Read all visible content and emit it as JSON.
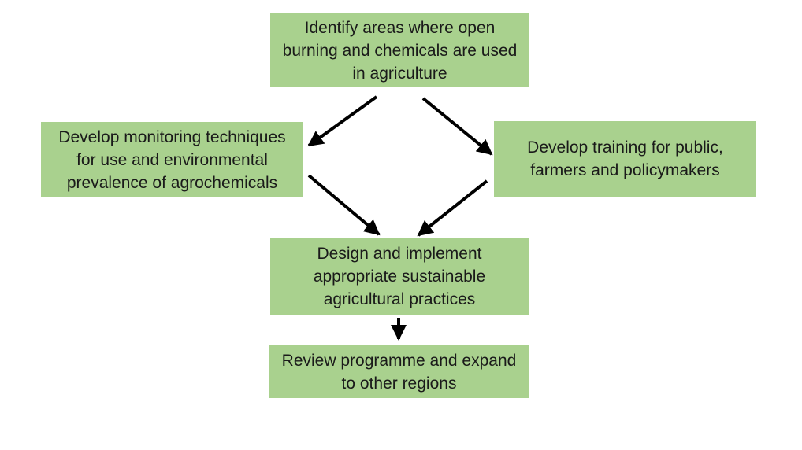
{
  "diagram": {
    "nodes": {
      "identify": {
        "label": "Identify areas where open\nburning and chemicals are used\nin agriculture"
      },
      "monitoring": {
        "label": "Develop monitoring techniques\nfor use and environmental\nprevalence of agrochemicals"
      },
      "training": {
        "label": "Develop training for public,\nfarmers and policymakers"
      },
      "design": {
        "label": "Design and implement\nappropriate sustainable\nagricultural practices"
      },
      "review": {
        "label": "Review programme and expand\nto other regions"
      }
    },
    "connections": [
      {
        "from": "identify",
        "to": "monitoring"
      },
      {
        "from": "identify",
        "to": "training"
      },
      {
        "from": "monitoring",
        "to": "design"
      },
      {
        "from": "training",
        "to": "design"
      },
      {
        "from": "design",
        "to": "review"
      }
    ],
    "colors": {
      "box_fill": "#a9d18e",
      "text": "#1a1a1a",
      "arrow": "#000000",
      "background": "#ffffff"
    }
  }
}
